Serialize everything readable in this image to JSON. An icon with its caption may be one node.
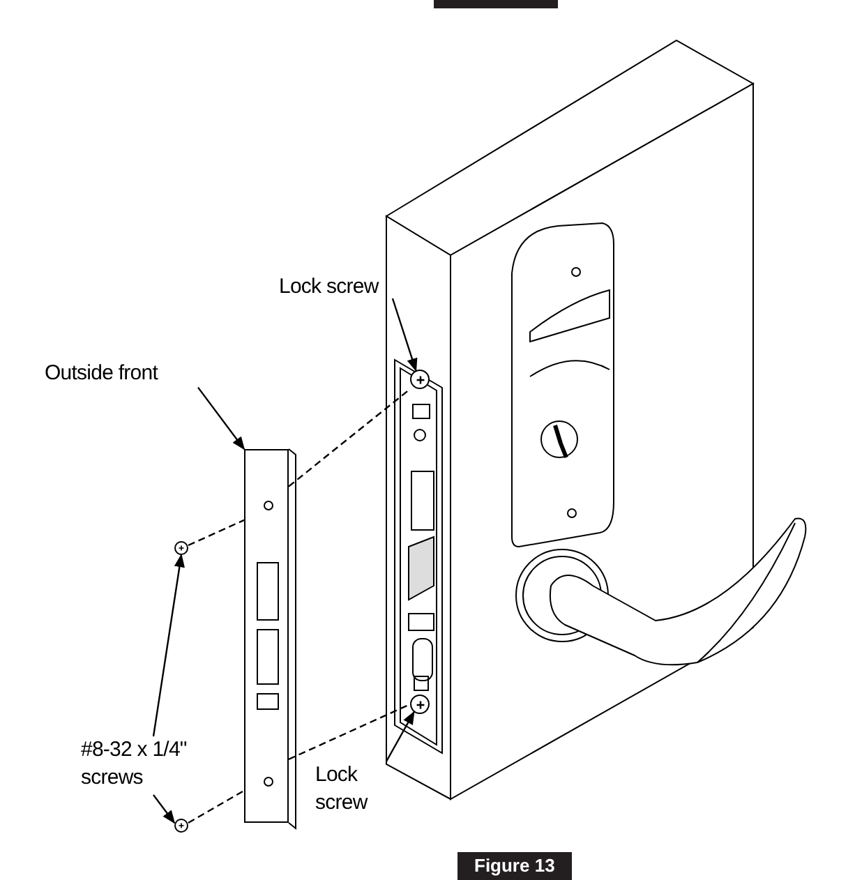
{
  "diagram": {
    "nodes": [
      {
        "text": [
          "Lock screw"
        ]
      },
      {
        "text": [
          "Outside front"
        ]
      },
      {
        "text": [
          "#8-32 x 1/4\" screws"
        ]
      },
      {
        "text": [
          "Lock screw"
        ]
      },
      {
        "text": [],
        "shape": "circle"
      },
      {
        "text": [],
        "shape": "box"
      },
      {
        "text": [],
        "shape": "circle"
      },
      {
        "text": [],
        "shape": "circle"
      },
      {
        "text": [],
        "shape": "circle"
      }
    ],
    "edges": [
      {
        "from": 0,
        "to": 4,
        "arrow": "to"
      },
      {
        "from": 1,
        "to": 5,
        "arrow": "to"
      },
      {
        "from": 2,
        "to": 6,
        "arrow": "to"
      },
      {
        "from": 2,
        "to": 7,
        "arrow": "to"
      },
      {
        "from": 3,
        "to": 8,
        "arrow": "to"
      },
      {
        "from": 6,
        "to": 5,
        "arrow": "none",
        "style": "dashed"
      },
      {
        "from": 5,
        "to": 4,
        "arrow": "none",
        "style": "dashed"
      },
      {
        "from": 7,
        "to": 5,
        "arrow": "none",
        "style": "dashed"
      },
      {
        "from": 5,
        "to": 8,
        "arrow": "none",
        "style": "dashed"
      }
    ],
    "labels": [
      "Figure 13"
    ]
  }
}
